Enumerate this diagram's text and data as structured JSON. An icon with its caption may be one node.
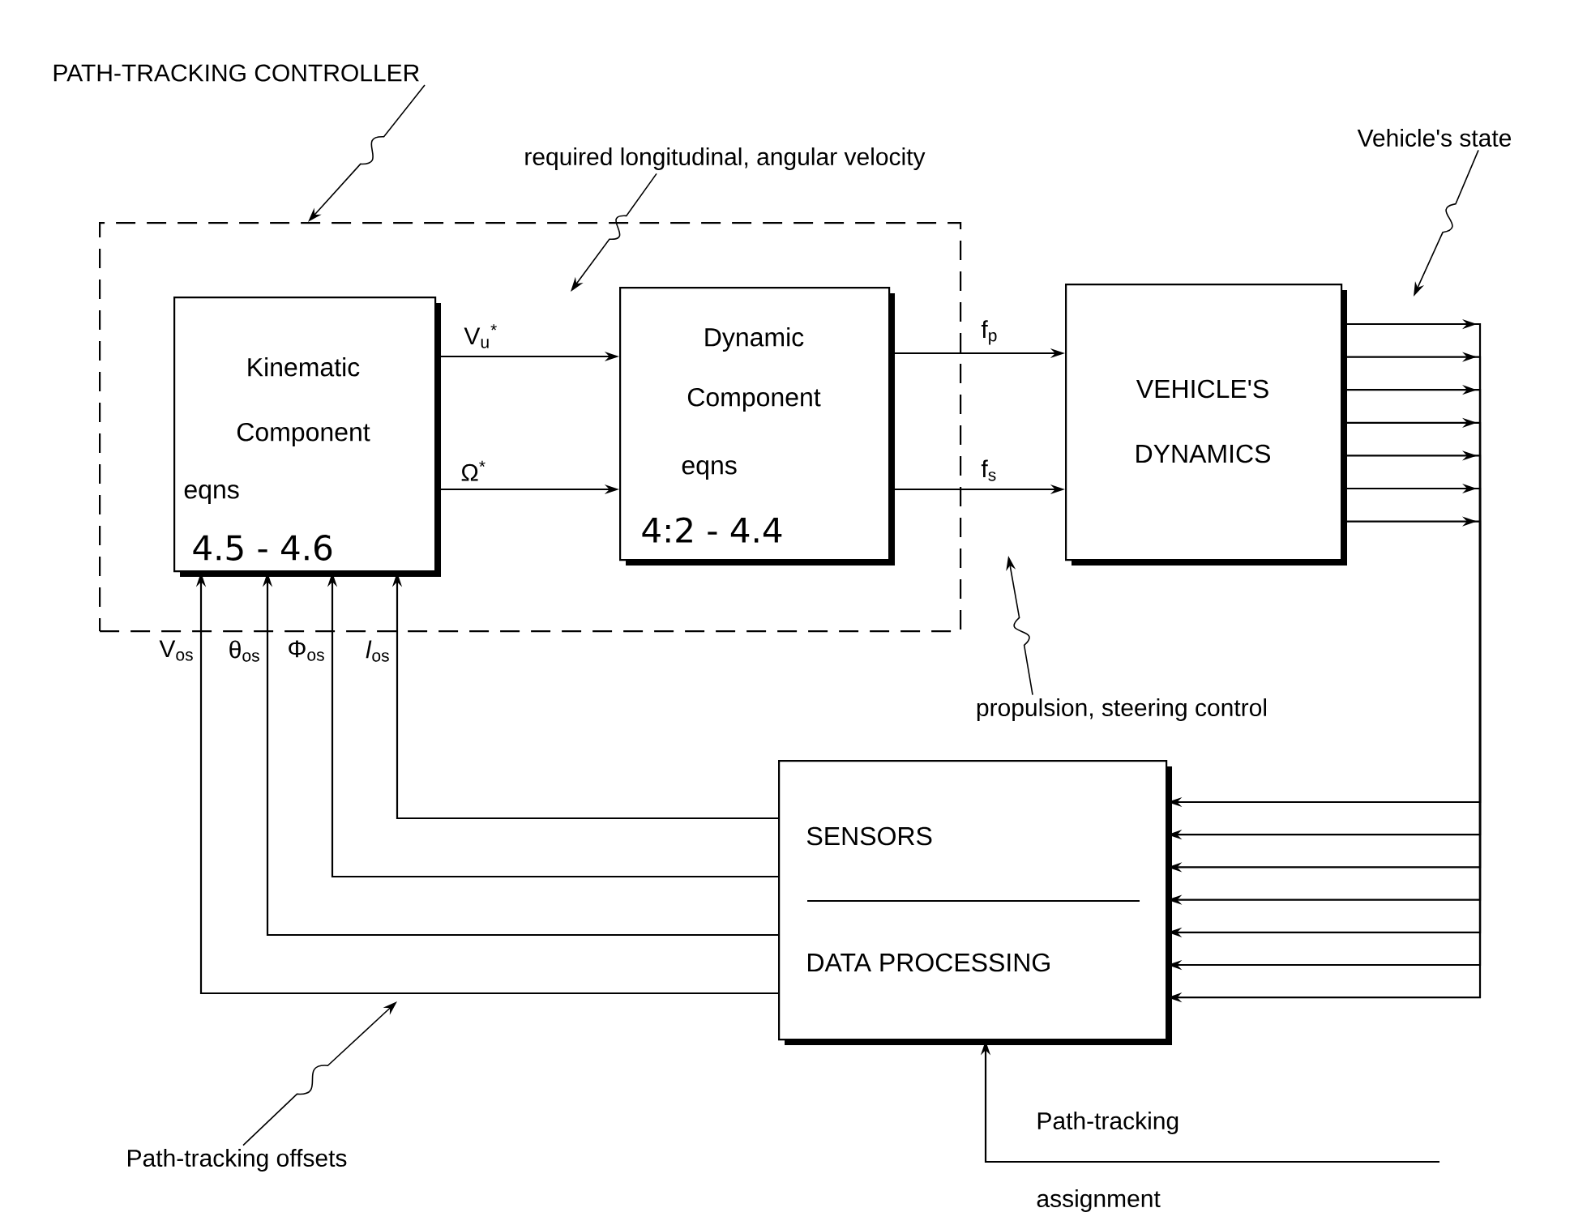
{
  "diagram": {
    "nodes": [
      {
        "text": [
          "PATH-TRACKING CONTROLLER"
        ]
      },
      {
        "text": [],
        "shape": "box"
      },
      {
        "text": [
          "Kinematic Component",
          "eqns",
          "4.5 - 4.6"
        ],
        "in": 1
      },
      {
        "text": [
          "Dynamic Component",
          "eqns",
          "4:2 - 4.4"
        ],
        "in": 1
      },
      {
        "text": [
          "VEHICLE'S DYNAMICS"
        ]
      },
      {
        "text": [
          "SENSORS",
          "DATA PROCESSING"
        ]
      },
      {
        "text": [
          "required longitudinal, angular velocity"
        ]
      },
      {
        "text": [
          "Vehicle's state"
        ]
      },
      {
        "text": [
          "propulsion, steering control"
        ]
      },
      {
        "text": [
          "Path-tracking offsets"
        ]
      },
      {
        "text": [
          "Path-tracking assignment"
        ]
      }
    ],
    "edges": [
      {
        "from": 2,
        "to": 3,
        "arrow": "to",
        "label": "V$_{u}$$^{*}$"
      },
      {
        "from": 2,
        "to": 3,
        "arrow": "to",
        "label": "Ω$^{*}$"
      },
      {
        "from": 3,
        "to": 4,
        "arrow": "to",
        "label": "f$_{p}$"
      },
      {
        "from": 3,
        "to": 4,
        "arrow": "to",
        "label": "f$_{s}$"
      },
      {
        "from": 4,
        "to": 5,
        "arrow": "to"
      },
      {
        "from": 4,
        "to": 5,
        "arrow": "to"
      },
      {
        "from": 4,
        "to": 5,
        "arrow": "to"
      },
      {
        "from": 4,
        "to": 5,
        "arrow": "to"
      },
      {
        "from": 4,
        "to": 5,
        "arrow": "to"
      },
      {
        "from": 4,
        "to": 5,
        "arrow": "to"
      },
      {
        "from": 4,
        "to": 5,
        "arrow": "to"
      },
      {
        "from": 5,
        "to": 2,
        "arrow": "to",
        "label": "V$_{os}$"
      },
      {
        "from": 5,
        "to": 2,
        "arrow": "to",
        "label": "θ$_{os}$"
      },
      {
        "from": 5,
        "to": 2,
        "arrow": "to",
        "label": "Φ$_{os}$"
      },
      {
        "from": 5,
        "to": 2,
        "arrow": "to",
        "label": "*l*$_{os}$"
      },
      {
        "from": 10,
        "to": 5,
        "arrow": "to"
      },
      {
        "from": 0,
        "to": 1,
        "arrow": "to"
      },
      {
        "from": 6,
        "to": null,
        "arrow": "to"
      },
      {
        "from": 7,
        "to": null,
        "arrow": "to"
      },
      {
        "from": 8,
        "to": null,
        "arrow": "to"
      },
      {
        "from": 9,
        "to": null,
        "arrow": "to"
      }
    ]
  }
}
